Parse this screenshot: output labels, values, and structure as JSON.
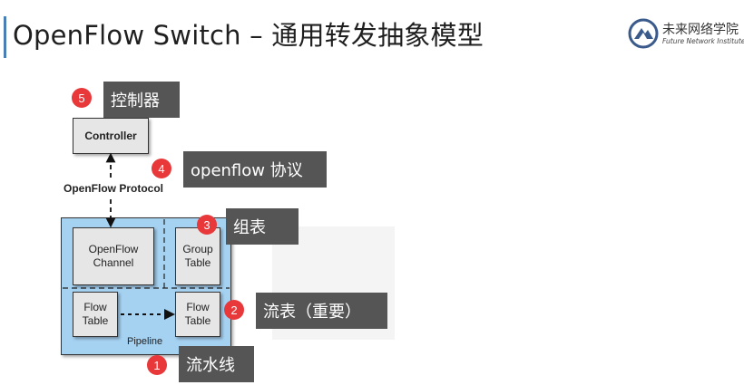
{
  "slide": {
    "title": "OpenFlow Switch – 通用转发抽象模型",
    "logo": {
      "name_cn": "未来网络学院",
      "name_en": "Future Network Institute",
      "icon": "mountain-logo-icon"
    }
  },
  "diagram": {
    "controller": "Controller",
    "protocol": "OpenFlow Protocol",
    "openflow_channel": "OpenFlow\nChannel",
    "group_table": "Group\nTable",
    "flow_table_1": "Flow\nTable",
    "flow_table_2": "Flow\nTable",
    "pipeline": "Pipeline",
    "colors": {
      "switch_fill": "#a6d2f2",
      "box_fill": "#e6e6e6"
    }
  },
  "callouts": [
    {
      "number": "5",
      "label": "控制器"
    },
    {
      "number": "4",
      "label": "openflow 协议"
    },
    {
      "number": "3",
      "label": "组表"
    },
    {
      "number": "2",
      "label": "流表（重要）"
    },
    {
      "number": "1",
      "label": "流水线"
    }
  ],
  "colors": {
    "badge": "#e8383a",
    "callout_bg": "#555555",
    "accent_bar": "#4a7fb5"
  }
}
